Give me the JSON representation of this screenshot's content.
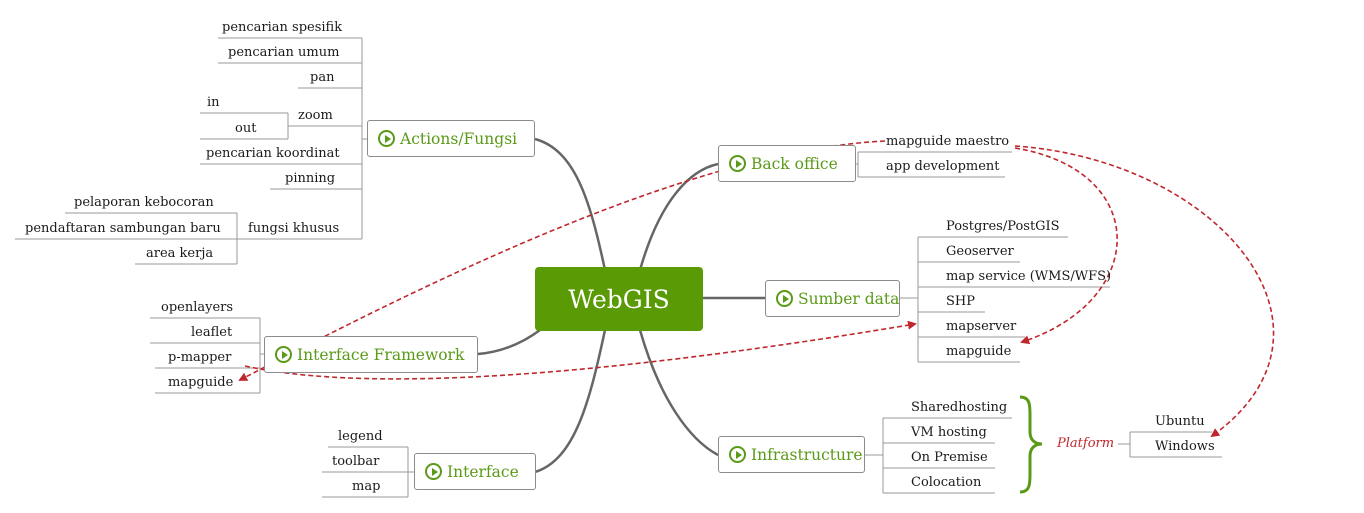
{
  "central": "WebGIS",
  "topics": {
    "actions": "Actions/Fungsi",
    "interface_framework": "Interface Framework",
    "interface": "Interface",
    "back_office": "Back office",
    "sumber_data": "Sumber data",
    "infrastructure": "Infrastructure"
  },
  "actions": {
    "pencarian_spesifik": "pencarian spesifik",
    "pencarian_umum": "pencarian umum",
    "pan": "pan",
    "zoom": "zoom",
    "zoom_in": "in",
    "zoom_out": "out",
    "pencarian_koordinat": "pencarian koordinat",
    "pinning": "pinning",
    "fungsi_khusus": "fungsi khusus",
    "pelaporan_kebocoran": "pelaporan kebocoran",
    "pendaftaran_sambungan_baru": "pendaftaran sambungan baru",
    "area_kerja": "area kerja"
  },
  "interface_framework": [
    "openlayers",
    "leaflet",
    "p-mapper",
    "mapguide"
  ],
  "interface": [
    "legend",
    "toolbar",
    "map"
  ],
  "back_office": [
    "mapguide maestro",
    "app development"
  ],
  "sumber_data": [
    "Postgres/PostGIS",
    "Geoserver",
    "map service (WMS/WFS)",
    "SHP",
    "mapserver",
    "mapguide"
  ],
  "infrastructure": [
    "Sharedhosting",
    "VM hosting",
    "On Premise",
    "Colocation"
  ],
  "platform": {
    "label": "Platform",
    "items": [
      "Ubuntu",
      "Windows"
    ]
  },
  "colors": {
    "central": "#5a9a05",
    "topic_text": "#5a9a18",
    "link": "#c0272d",
    "branch": "#666666"
  }
}
